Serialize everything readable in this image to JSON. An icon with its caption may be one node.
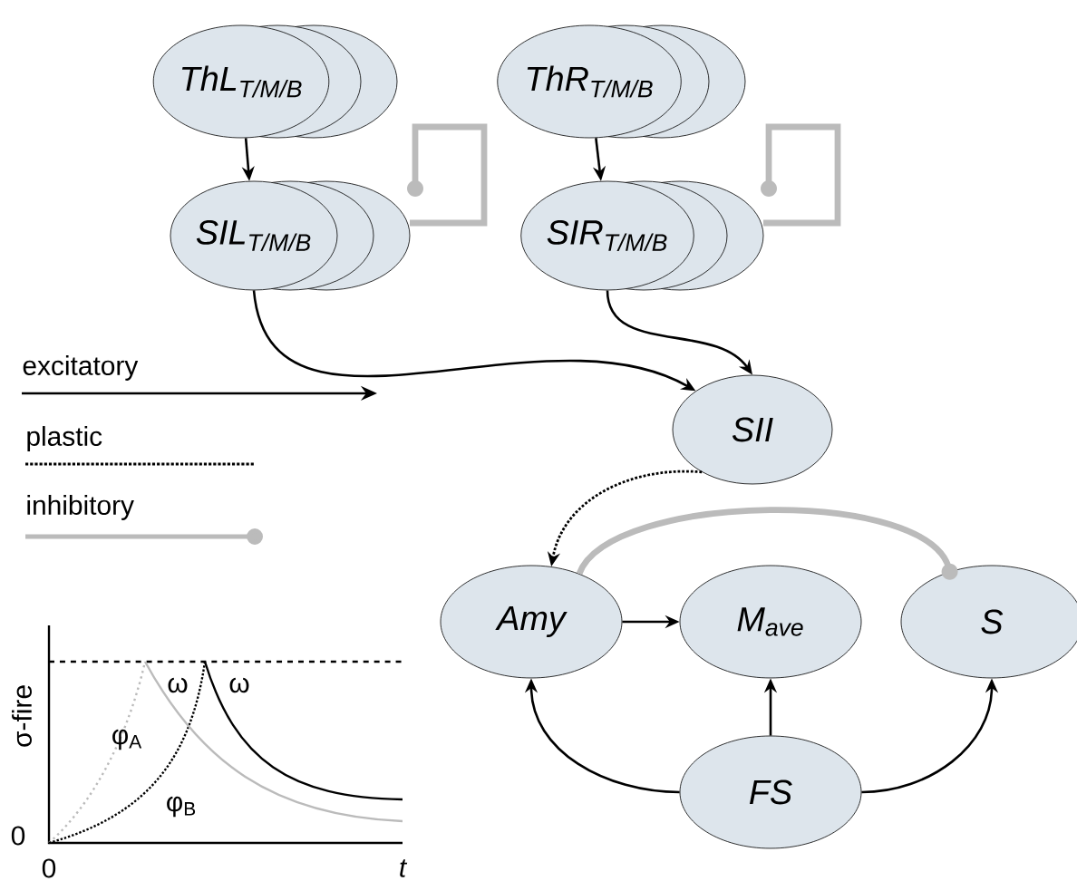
{
  "diagram": {
    "nodes": [
      {
        "text": [
          "ThL$_{T/M/B}$"
        ]
      },
      {
        "text": [
          "ThR$_{T/M/B}$"
        ]
      },
      {
        "text": [
          "SIL$_{T/M/B}$"
        ]
      },
      {
        "text": [
          "SIR$_{T/M/B}$"
        ]
      },
      {
        "text": [
          "SII"
        ]
      },
      {
        "text": [
          "Amy"
        ]
      },
      {
        "text": [
          "M$_{ave}$"
        ]
      },
      {
        "text": [
          "S"
        ]
      },
      {
        "text": [
          "FS"
        ]
      }
    ],
    "edges": [
      {
        "from": 0,
        "to": 2,
        "arrow": "to"
      },
      {
        "from": 1,
        "to": 3,
        "arrow": "to"
      },
      {
        "from": 2,
        "to": 2,
        "arrow": "other",
        "style": "thick",
        "color": "#bbbbbb"
      },
      {
        "from": 3,
        "to": 3,
        "arrow": "other",
        "style": "thick",
        "color": "#bbbbbb"
      },
      {
        "from": 2,
        "to": 4,
        "arrow": "to"
      },
      {
        "from": 3,
        "to": 4,
        "arrow": "to"
      },
      {
        "from": 4,
        "to": 5,
        "arrow": "to",
        "style": "dashed"
      },
      {
        "from": 5,
        "to": 7,
        "arrow": "other",
        "style": "thick",
        "color": "#bbbbbb"
      },
      {
        "from": 5,
        "to": 6,
        "arrow": "to"
      },
      {
        "from": 8,
        "to": 5,
        "arrow": "to"
      },
      {
        "from": 8,
        "to": 6,
        "arrow": "to"
      },
      {
        "from": 8,
        "to": 7,
        "arrow": "to"
      }
    ],
    "labels": [
      "σ-fire",
      "ω",
      "ω",
      "φ$_{A}$",
      "φ$_{B}$",
      "0",
      "0",
      "t"
    ],
    "legend": [
      {
        "text": "excitatory"
      },
      {
        "text": "plastic"
      },
      {
        "text": "inhibitory"
      }
    ]
  }
}
